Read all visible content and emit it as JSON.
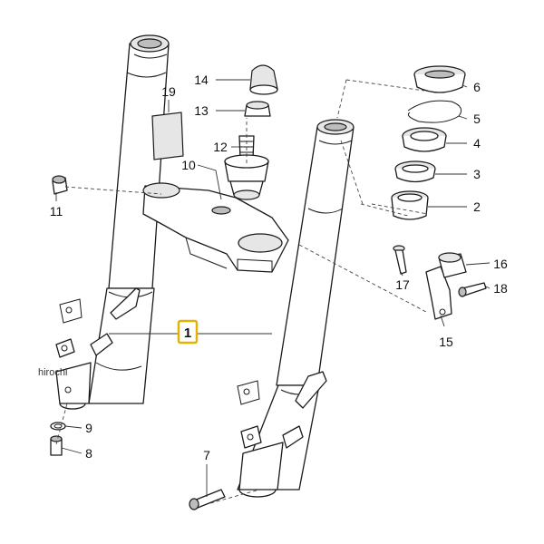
{
  "watermark": "hirochi",
  "highlight_color": "#e0b400",
  "callouts": [
    {
      "id": "1",
      "label": "1",
      "highlighted": true
    },
    {
      "id": "2",
      "label": "2"
    },
    {
      "id": "3",
      "label": "3"
    },
    {
      "id": "4",
      "label": "4"
    },
    {
      "id": "5",
      "label": "5"
    },
    {
      "id": "6",
      "label": "6"
    },
    {
      "id": "7",
      "label": "7"
    },
    {
      "id": "8",
      "label": "8"
    },
    {
      "id": "9",
      "label": "9"
    },
    {
      "id": "10",
      "label": "10"
    },
    {
      "id": "11",
      "label": "11"
    },
    {
      "id": "12",
      "label": "12"
    },
    {
      "id": "13",
      "label": "13"
    },
    {
      "id": "14",
      "label": "14"
    },
    {
      "id": "15",
      "label": "15"
    },
    {
      "id": "16",
      "label": "16"
    },
    {
      "id": "17",
      "label": "17"
    },
    {
      "id": "18",
      "label": "18"
    },
    {
      "id": "19",
      "label": "19"
    }
  ]
}
